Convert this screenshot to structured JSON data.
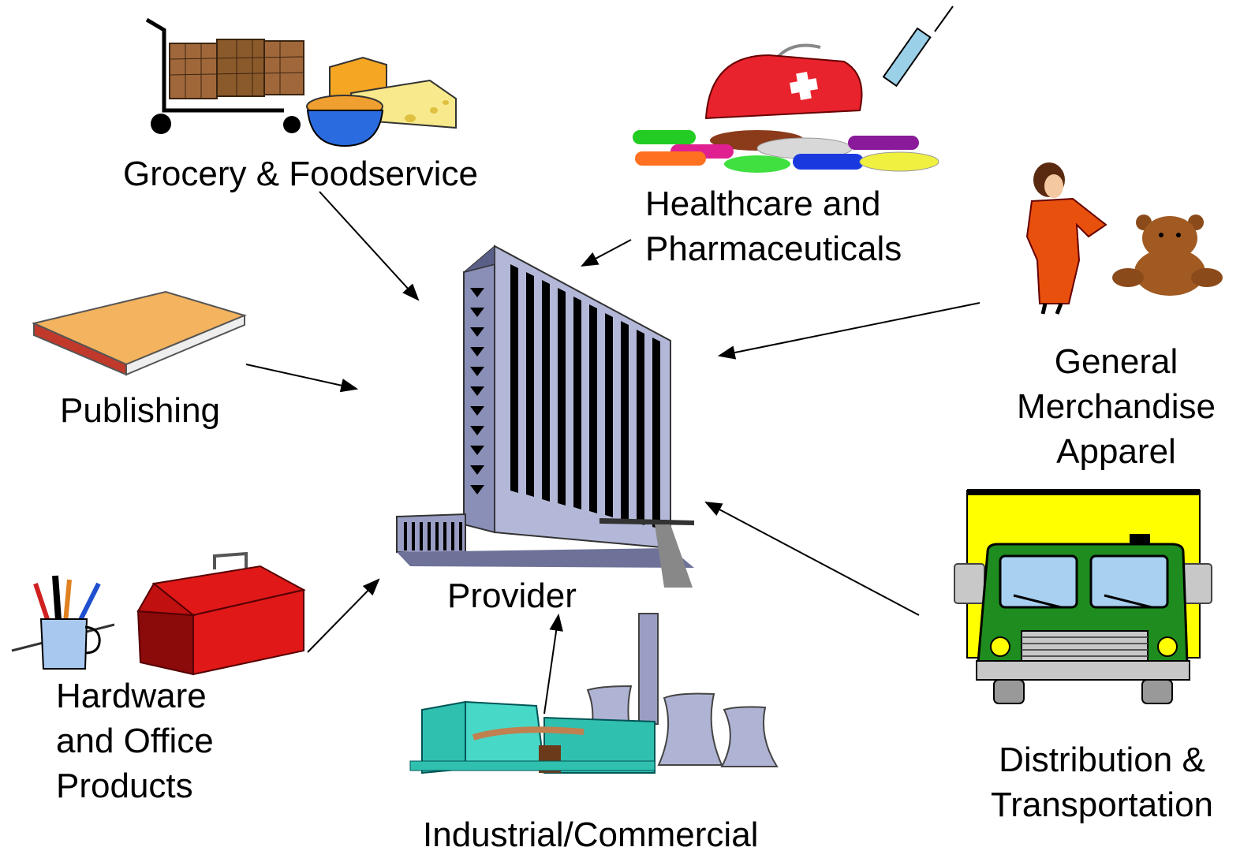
{
  "center": {
    "label": "Provider"
  },
  "sectors": {
    "grocery": {
      "label": "Grocery & Foodservice"
    },
    "healthcare": {
      "lines": [
        "Healthcare and",
        "Pharmaceuticals"
      ]
    },
    "merchandise": {
      "lines": [
        "General",
        "Merchandise",
        "Apparel"
      ]
    },
    "publishing": {
      "label": "Publishing"
    },
    "hardware": {
      "lines": [
        "Hardware",
        "and Office",
        "Products"
      ]
    },
    "industrial": {
      "label": "Industrial/Commercial"
    },
    "distribution": {
      "lines": [
        "Distribution &",
        "Transportation"
      ]
    }
  },
  "icons": {
    "grocery": [
      "shopping-cart-icon",
      "cheese-icon",
      "food-bowl-icon"
    ],
    "healthcare": [
      "medical-bag-icon",
      "syringe-icon",
      "pills-icon"
    ],
    "merchandise": [
      "woman-figure-icon",
      "teddy-bear-icon"
    ],
    "publishing": [
      "book-icon"
    ],
    "hardware": [
      "pencil-cup-icon",
      "toolbox-icon"
    ],
    "industrial": [
      "power-plant-icon"
    ],
    "distribution": [
      "truck-icon"
    ],
    "center": [
      "office-building-icon"
    ]
  },
  "colors": {
    "arrow": "#000000",
    "cart": "#8B5A2B",
    "cheese": "#F7E98C",
    "bag": "#E8232E",
    "toolbox": "#D01010",
    "truck_body": "#1E8C1E",
    "truck_box": "#FFFF00",
    "building": "#8A8FB8",
    "factory": "#30C0B0",
    "book": "#F4B35E",
    "dress": "#E8500E"
  }
}
